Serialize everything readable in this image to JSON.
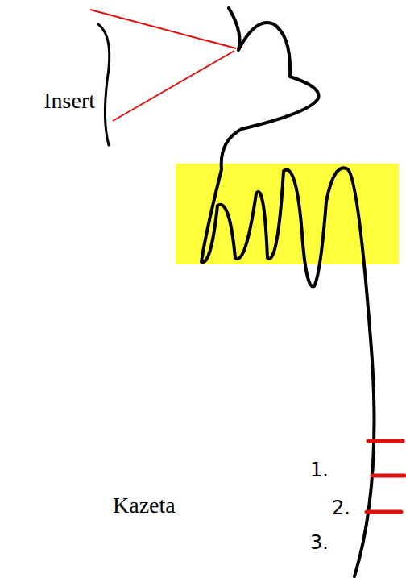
{
  "diagram": {
    "labels": [
      "Insert",
      "1.",
      "Kazeta",
      "2.",
      "3."
    ]
  }
}
